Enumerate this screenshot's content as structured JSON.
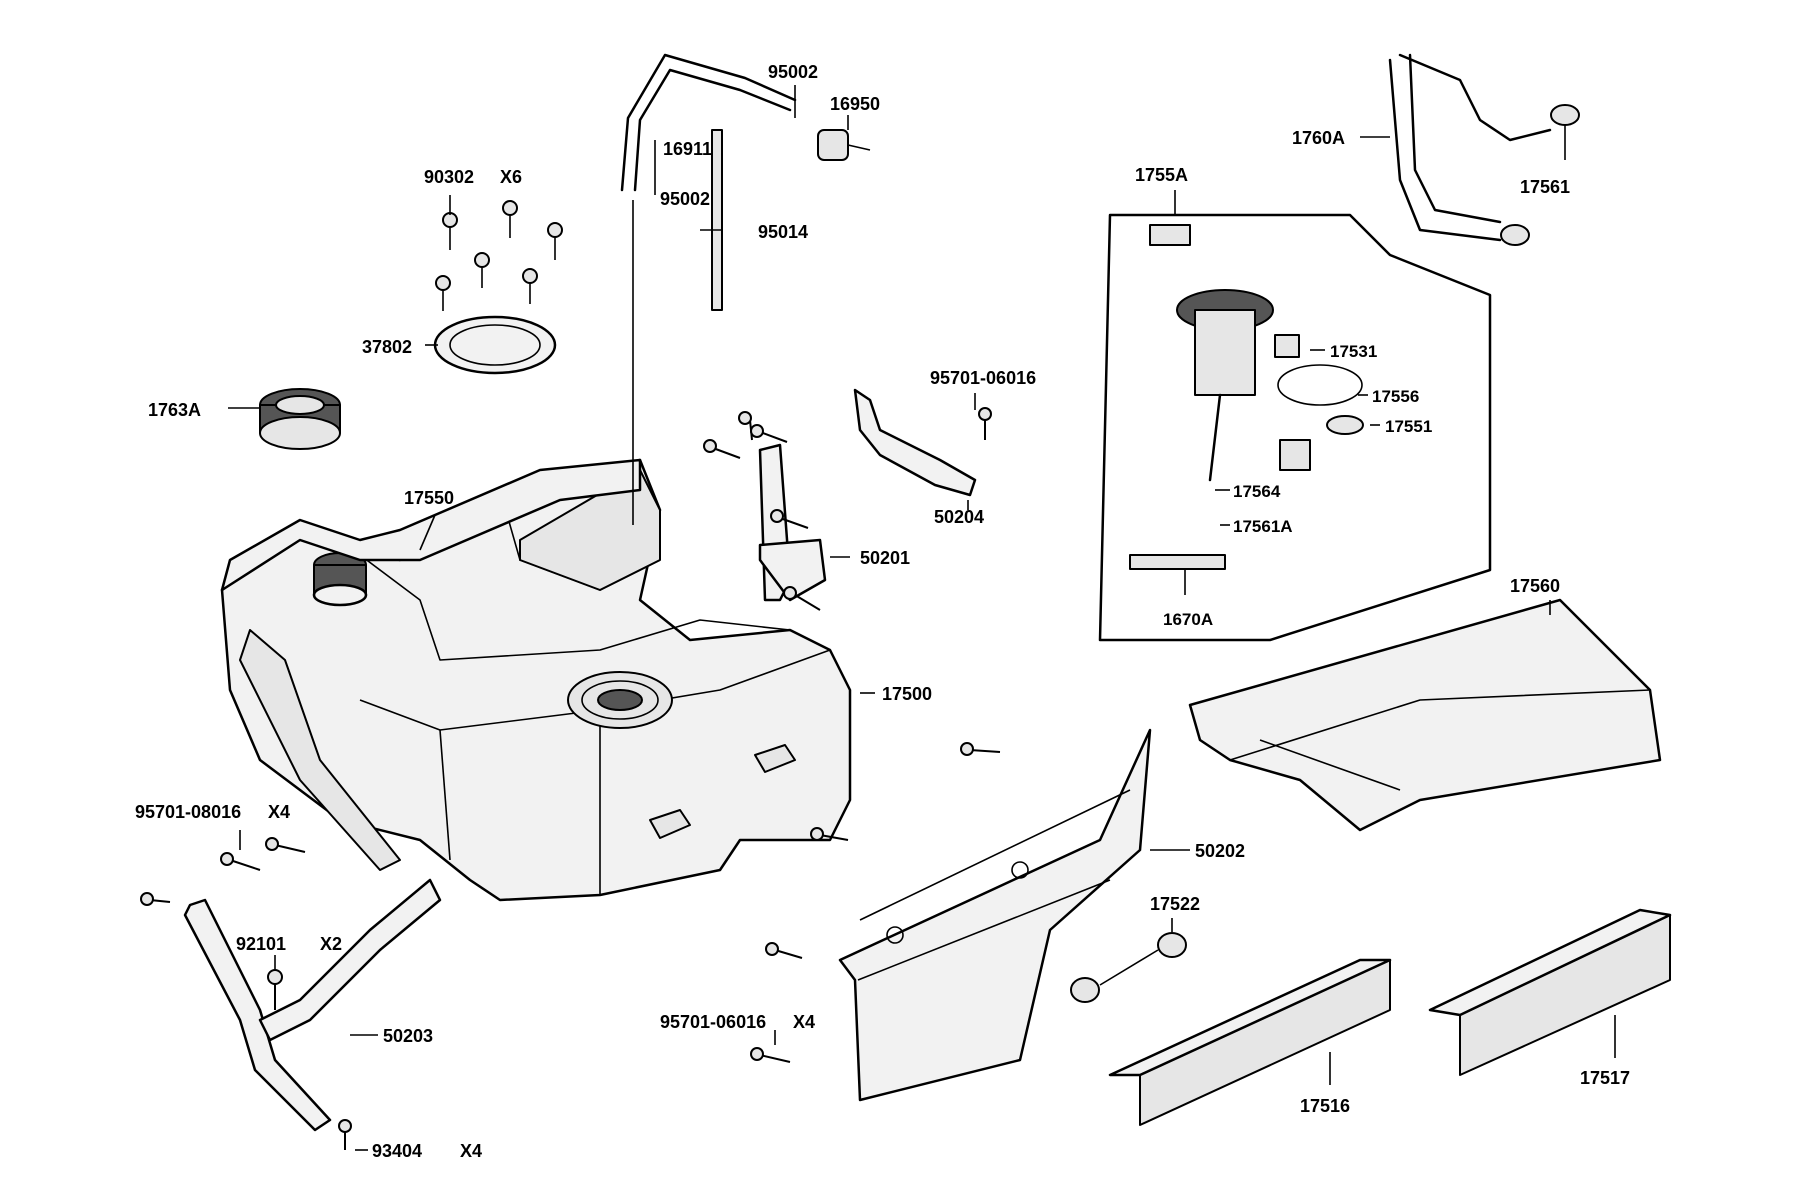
{
  "callouts": {
    "c95002a": "95002",
    "c16950": "16950",
    "c16911": "16911",
    "c95002b": "95002",
    "c95014": "95014",
    "c90302": "90302",
    "c90302qty": "X6",
    "c37802": "37802",
    "c1763A": "1763A",
    "c17550": "17550",
    "c95701_06016a": "95701-06016",
    "c50204": "50204",
    "c50201": "50201",
    "c17500": "17500",
    "c1760A": "1760A",
    "c17561": "17561",
    "c1755A": "1755A",
    "c17531": "17531",
    "c17556": "17556",
    "c17551": "17551",
    "c17564": "17564",
    "c17561A": "17561A",
    "c1670A": "1670A",
    "c17560": "17560",
    "c95701_08016": "95701-08016",
    "c95701_08016qty": "X4",
    "c92101": "92101",
    "c92101qty": "X2",
    "c50203": "50203",
    "c93404": "93404",
    "c93404qty": "X4",
    "c50202": "50202",
    "c17522": "17522",
    "c95701_06016b": "95701-06016",
    "c95701_06016bqty": "X4",
    "c17516": "17516",
    "c17517": "17517"
  },
  "colors": {
    "line": "#000000",
    "fill": "#f2f2f2",
    "background": "#ffffff"
  }
}
